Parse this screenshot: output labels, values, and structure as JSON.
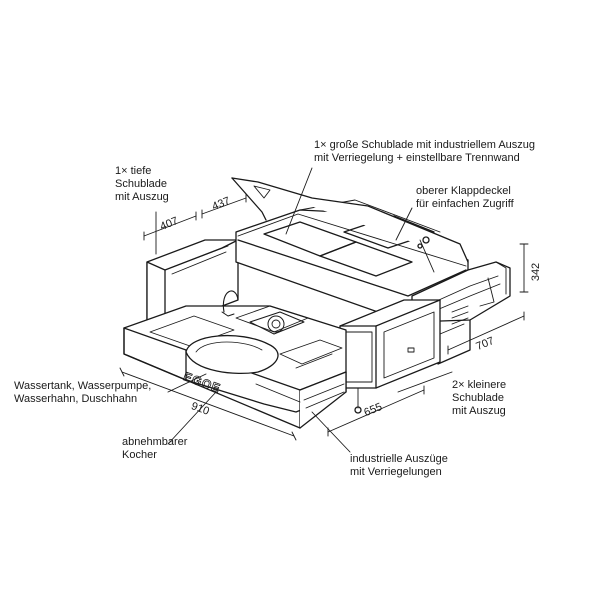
{
  "colors": {
    "line": "#1a1a1a",
    "bg": "#ffffff",
    "fill": "#ffffff"
  },
  "labels": {
    "tiefe_schublade": [
      "1× tiefe",
      "Schublade",
      "mit Auszug"
    ],
    "grosse_schublade": [
      "1× große Schublade mit industriellem Auszug",
      "mit Verriegelung + einstellbare Trennwand"
    ],
    "klappdeckel": [
      "oberer Klappdeckel",
      "für einfachen Zugriff"
    ],
    "wassertank": [
      "Wassertank, Wasserpumpe,",
      "Wasserhahn, Duschhahn"
    ],
    "kocher": [
      "abnehmbarer",
      "Kocher"
    ],
    "kleinere_schublade": [
      "2× kleinere",
      "Schublade",
      "mit Auszug"
    ],
    "auszuege": [
      "industrielle Auszüge",
      "mit Verriegelungen"
    ]
  },
  "dimensions": {
    "d407": "407",
    "d437": "437",
    "d342": "342",
    "d707": "707",
    "d655": "655",
    "d910": "910"
  },
  "brand": "EGOE"
}
